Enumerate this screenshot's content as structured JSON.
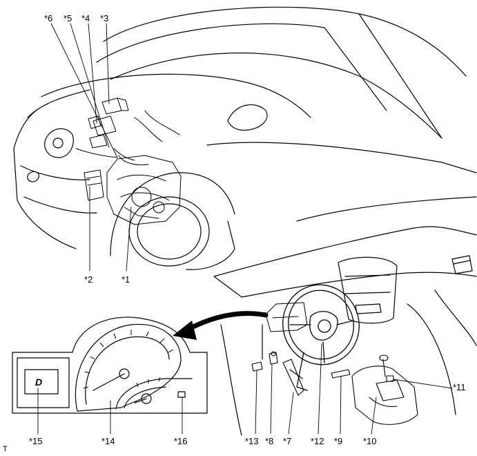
{
  "callouts": {
    "c1": "*1",
    "c2": "*2",
    "c3": "*3",
    "c4": "*4",
    "c5": "*5",
    "c6": "*6",
    "c7": "*7",
    "c8": "*8",
    "c9": "*9",
    "c10": "*10",
    "c11": "*11",
    "c12": "*12",
    "c13": "*13",
    "c14": "*14",
    "c15": "*15",
    "c16": "*16"
  },
  "meter": {
    "shift_indicator": "D"
  },
  "corner_mark": "T"
}
